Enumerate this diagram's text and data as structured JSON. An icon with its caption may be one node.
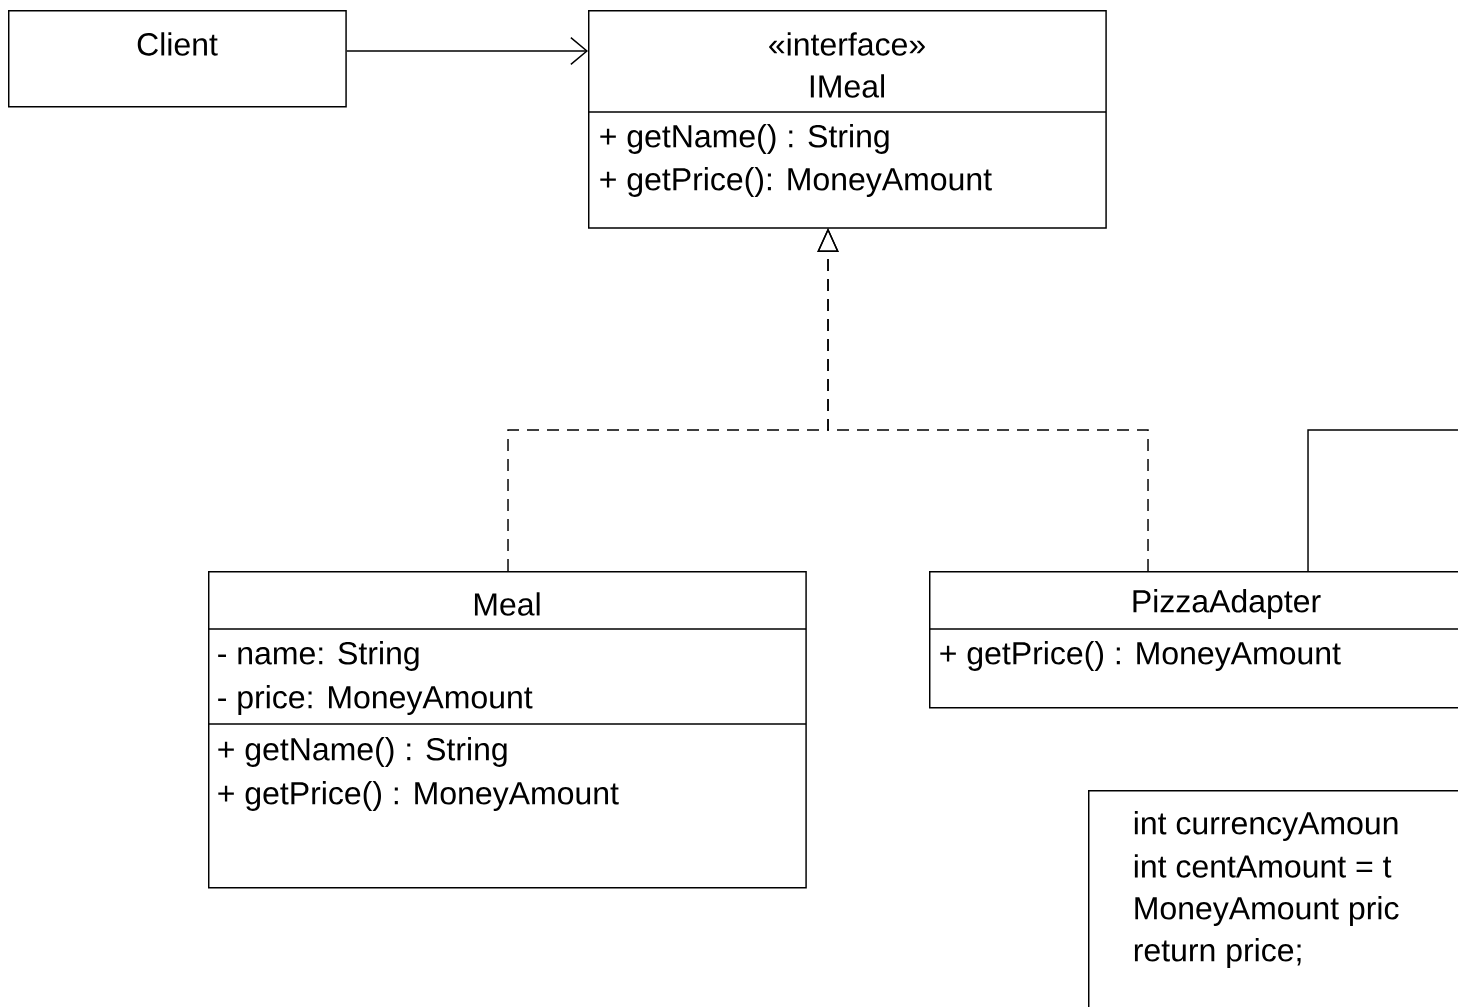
{
  "diagram": {
    "nodes": [
      {
        "text": [
          "Client"
        ]
      },
      {
        "text": [
          "«interface»",
          "IMeal",
          "+ getName() : String",
          "+ getPrice(): MoneyAmount"
        ]
      },
      {
        "text": [
          "Meal",
          "- name: String",
          "- price: MoneyAmount",
          "+ getName() : String",
          "+ getPrice() : MoneyAmount"
        ]
      },
      {
        "text": [
          "PizzaAdapter",
          "+ getPrice() : MoneyAmount"
        ]
      },
      {
        "text": [
          "int currencyAmoun",
          "int centAmount = t",
          "MoneyAmount pric",
          "return price;"
        ]
      }
    ],
    "edges": [
      {
        "from": 0,
        "to": 1,
        "arrow": "to"
      },
      {
        "from": 2,
        "to": 1,
        "arrow": "to",
        "style": "dashed"
      },
      {
        "from": 3,
        "to": 1,
        "arrow": "to",
        "style": "dashed"
      },
      {
        "from": 3,
        "to": null,
        "arrow": "none"
      }
    ]
  }
}
